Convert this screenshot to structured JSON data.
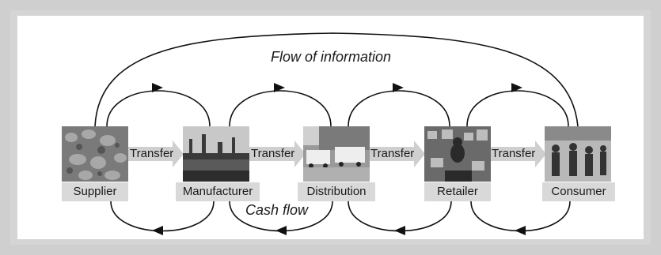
{
  "diagram": {
    "info_flow_label": "Flow of information",
    "cash_flow_label": "Cash flow",
    "stages": [
      {
        "label": "Supplier",
        "image": "supplier-photo"
      },
      {
        "label": "Manufacturer",
        "image": "factory-photo"
      },
      {
        "label": "Distribution",
        "image": "trucks-photo"
      },
      {
        "label": "Retailer",
        "image": "market-stall-photo"
      },
      {
        "label": "Consumer",
        "image": "shoppers-photo"
      }
    ],
    "transfers": [
      {
        "label": "Transfer"
      },
      {
        "label": "Transfer"
      },
      {
        "label": "Transfer"
      },
      {
        "label": "Transfer"
      }
    ],
    "colors": {
      "frame": "#d5d5d5",
      "panel": "#ffffff",
      "label_box": "#d9d9d9",
      "transfer_arrow": "#cfcfcf",
      "line": "#111111"
    }
  }
}
